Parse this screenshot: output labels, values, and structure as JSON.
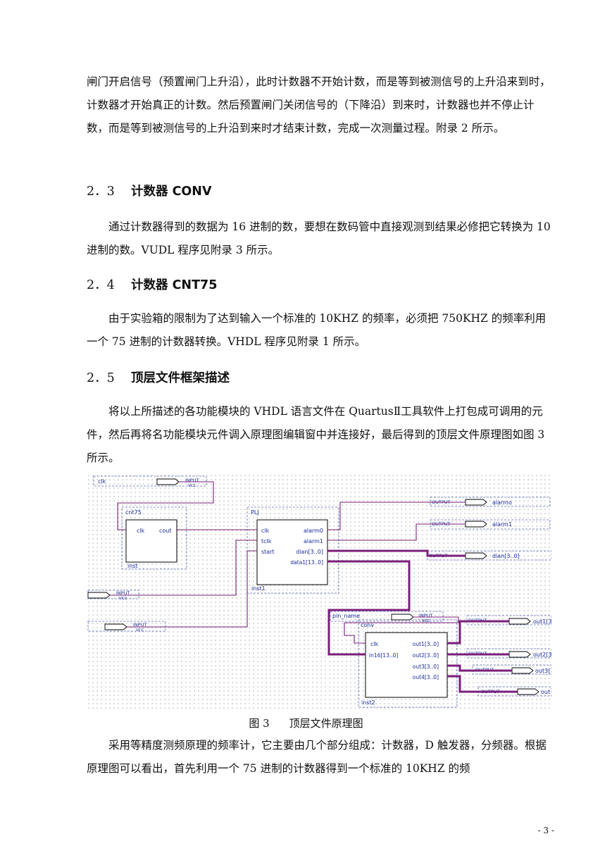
{
  "paragraphs": {
    "p1": "闸门开启信号（预置闸门上升沿），此时计数器不开始计数，而是等到被测信号的上升沿来到时，计数器才开始真正的计数。然后预置闸门关闭信号的（下降沿）到来时，计数器也并不停止计数，而是等到被测信号的上升沿到来时才结束计数，完成一次测量过程。附录 2 所示。",
    "p2": "通过计数器得到的数据为 16 进制的数，要想在数码管中直接观测到结果必修把它转换为 10 进制的数。VUDL 程序见附录 3 所示。",
    "p3": "由于实验箱的限制为了达到输入一个标准的 10KHZ 的频率，必须把 750KHZ 的频率利用一个 75 进制的计数器转换。VHDL 程序见附录 1 所示。",
    "p4": "将以上所描述的各功能模块的 VHDL 语言文件在 QuartusⅡ工具软件上打包成可调用的元件，然后再将名功能模块元件调入原理图编辑窗中并连接好，最后得到的顶层文件原理图如图 3 所示。",
    "p5": "采用等精度测频原理的频率计，它主要由几个部分组成：计数器，D 触发器，分频器。根据原理图可以看出，首先利用一个 75 进制的计数器得到一个标准的 10KHZ 的频"
  },
  "headings": [
    {
      "num": "2．3",
      "title": "计数器 CONV"
    },
    {
      "num": "2．4",
      "title": "计数器 CNT75"
    },
    {
      "num": "2．5",
      "title": "顶层文件框架描述"
    }
  ],
  "figure": {
    "caption_num": "图 3",
    "caption_title": "顶层文件原理图"
  },
  "page_number": "- 3 -",
  "schematic": {
    "colors": {
      "wire": "#7a1f7a",
      "bus": "#7a1f7a",
      "block": "#000000",
      "dash": "#5b6bb8",
      "label": "#1a2a9a",
      "dots": "#8c8c8c"
    },
    "inputs": [
      {
        "name": "clk",
        "type": "INPUT",
        "vcc": "VCC"
      },
      {
        "name": "",
        "type": "INPUT",
        "vcc": "VCC"
      },
      {
        "name": "",
        "type": "INPUT",
        "vcc": "VCC"
      },
      {
        "name": "pin_name",
        "type": "INPUT",
        "vcc": "VCC"
      }
    ],
    "outputs": [
      {
        "type": "OUTPUT",
        "name": "alarmo"
      },
      {
        "type": "OUTPUT",
        "name": "alarm1"
      },
      {
        "type": "OUTPUT",
        "name": "dian[3..0]"
      },
      {
        "type": "OUTPUT",
        "name": "out1[3.."
      },
      {
        "type": "OUTPUT",
        "name": "out2[3.."
      },
      {
        "type": "OUTPUT",
        "name": "out3["
      },
      {
        "type": "OUTPUT",
        "name": "out"
      }
    ],
    "blocks": {
      "cnt75": {
        "name": "cnt75",
        "inst": "inst",
        "ports_in": [
          "clk"
        ],
        "ports_out": [
          "cout"
        ]
      },
      "plj": {
        "name": "PLJ",
        "inst": "inst1",
        "ports_in": [
          "clk",
          "tclk",
          "start"
        ],
        "ports_out": [
          "alarm0",
          "alarm1",
          "dian[3..0]",
          "data1[13..0]"
        ]
      },
      "conv": {
        "name": "conv",
        "inst": "inst2",
        "ports_in": [
          "clk",
          "in16[13..0]"
        ],
        "ports_out": [
          "out1[3..0]",
          "out2[3..0]",
          "out3[3..0]",
          "out4[3..0]"
        ]
      }
    }
  }
}
